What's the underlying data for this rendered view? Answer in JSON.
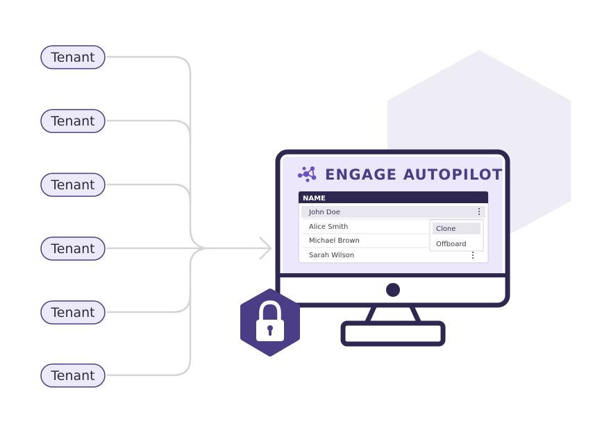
{
  "tenants": [
    "Tenant",
    "Tenant",
    "Tenant",
    "Tenant",
    "Tenant",
    "Tenant"
  ],
  "brand": {
    "title": "ENGAGE AUTOPILOT",
    "icon": "network-nodes-icon"
  },
  "table": {
    "header": "NAME",
    "rows": [
      "John Doe",
      "Alice Smith",
      "Michael Brown",
      "Sarah Wilson"
    ]
  },
  "context_menu": {
    "items": [
      "Clone",
      "Offboard"
    ]
  },
  "badge": {
    "icon": "padlock-icon"
  },
  "colors": {
    "accent": "#4b3d86",
    "monitor_frame": "#2e2850",
    "screen_bg": "#ece7fb",
    "pill_bg": "#eceaf8",
    "pill_border": "#4b3d86",
    "hexagon_bg": "#eeedf5",
    "connector": "#d4d4d4"
  }
}
